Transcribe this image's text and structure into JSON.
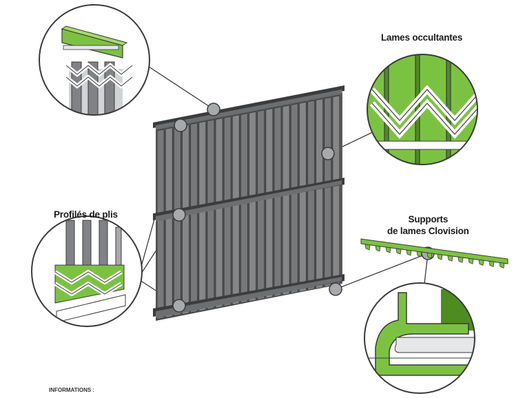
{
  "labels": {
    "lames_occultantes": "Lames occultantes",
    "profiles_de_plis": "Profilés de plis",
    "supports_line1": "Supports",
    "supports_line2": "de lames Clovision",
    "informations": "INFORMATIONS :"
  },
  "colors": {
    "accent_green": "#7cc242",
    "accent_green_dark": "#4e8c22",
    "slat_gray": "#808285",
    "slat_gray_dark": "#4d4d4f",
    "callout_gray": "#a7a9ac",
    "outline": "#3a3a3a"
  }
}
